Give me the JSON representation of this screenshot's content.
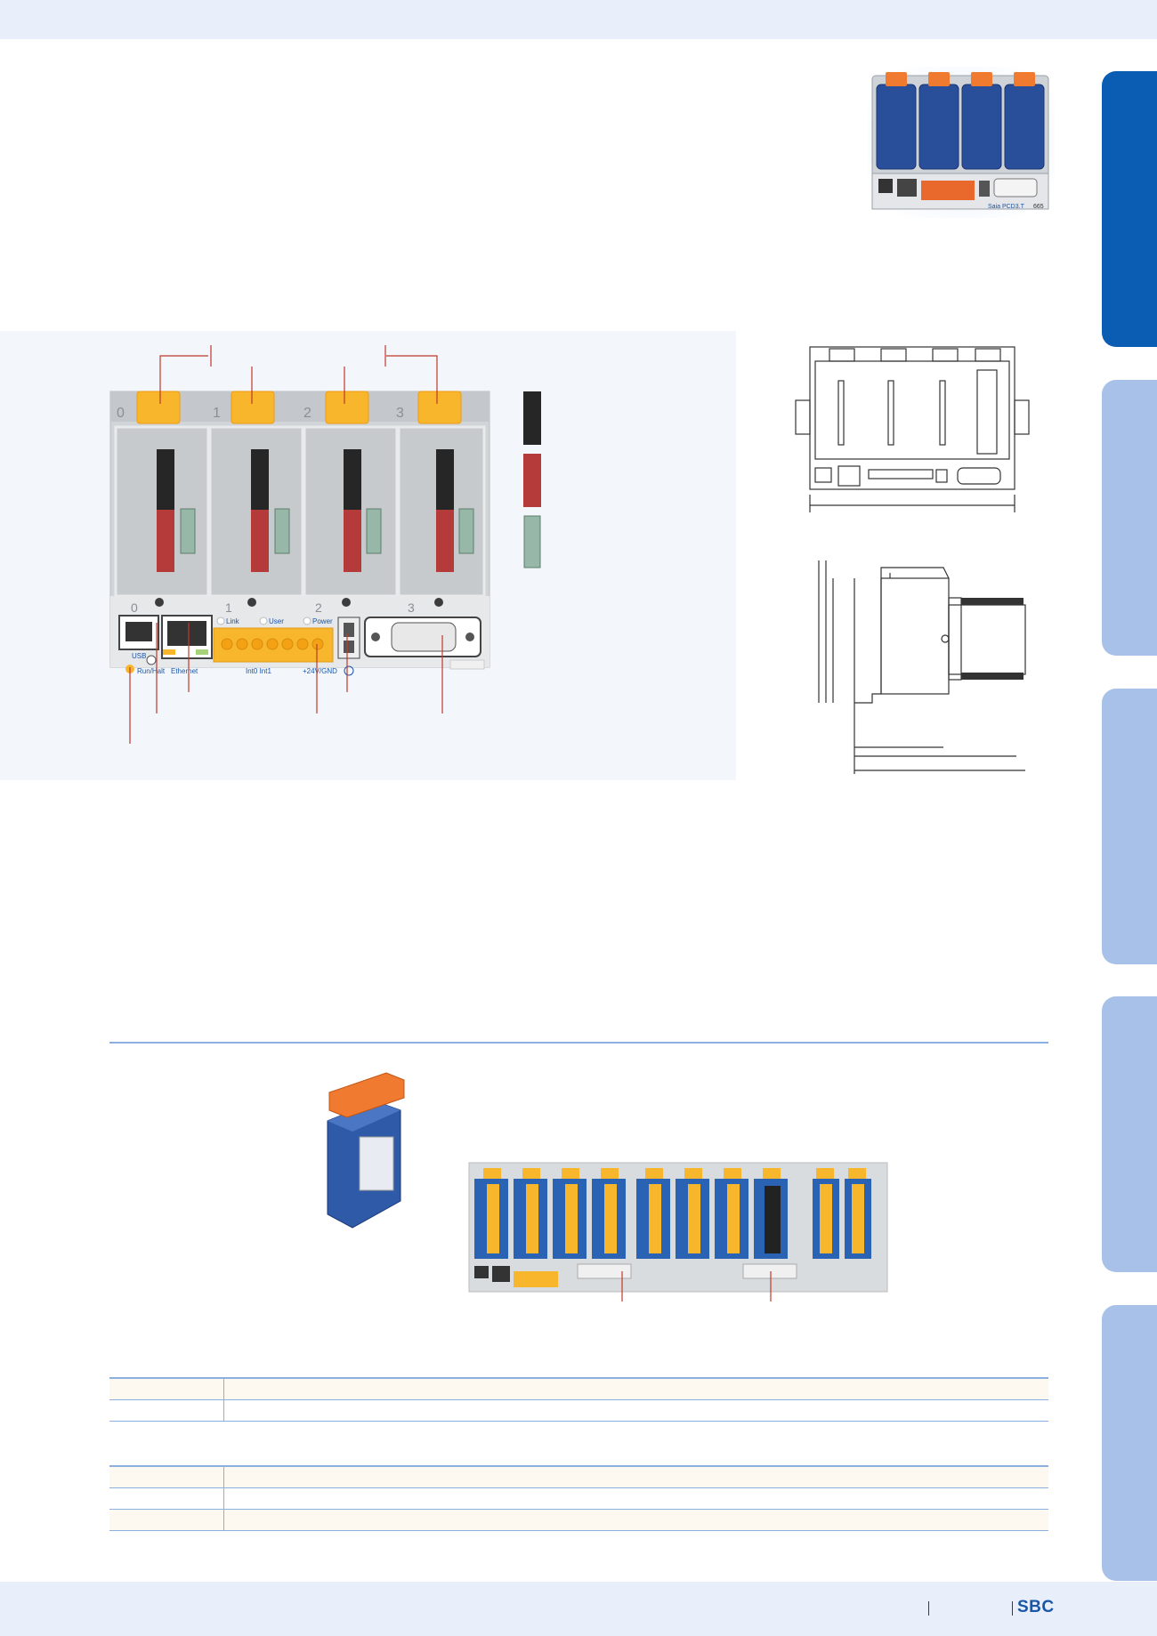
{
  "header": {},
  "footer": {
    "brand": "SBC"
  },
  "tabs": [
    {
      "state": "active"
    },
    {
      "state": "inactive"
    },
    {
      "state": "inactive"
    },
    {
      "state": "inactive"
    },
    {
      "state": "inactive"
    }
  ],
  "product_photo": {
    "model_label": "Saia PCD3.T",
    "code": "665"
  },
  "diagram": {
    "slot_numbers": [
      "0",
      "1",
      "2",
      "3"
    ],
    "bottom_numbers": [
      "0",
      "1",
      "2",
      "3"
    ],
    "led_labels": [
      "Link",
      "User",
      "Power"
    ],
    "connector_labels": {
      "usb": "USB",
      "ethernet": "Ethernet",
      "run_halt": "Run/Halt",
      "int": "Int0   Int1",
      "power": "+24V/GND"
    }
  },
  "colors": {
    "tab_active": "#0a5db3",
    "tab_inactive": "#a7c1e9",
    "band": "#e8eefa",
    "accent_orange": "#f7a823",
    "connector_red": "#b53a3a",
    "device_gray": "#d2d5d8"
  },
  "tables": {
    "table1": {
      "rows": [
        [
          "",
          ""
        ],
        [
          "",
          ""
        ]
      ]
    },
    "table2": {
      "rows": [
        [
          "",
          ""
        ],
        [
          "",
          ""
        ],
        [
          "",
          ""
        ]
      ]
    }
  }
}
